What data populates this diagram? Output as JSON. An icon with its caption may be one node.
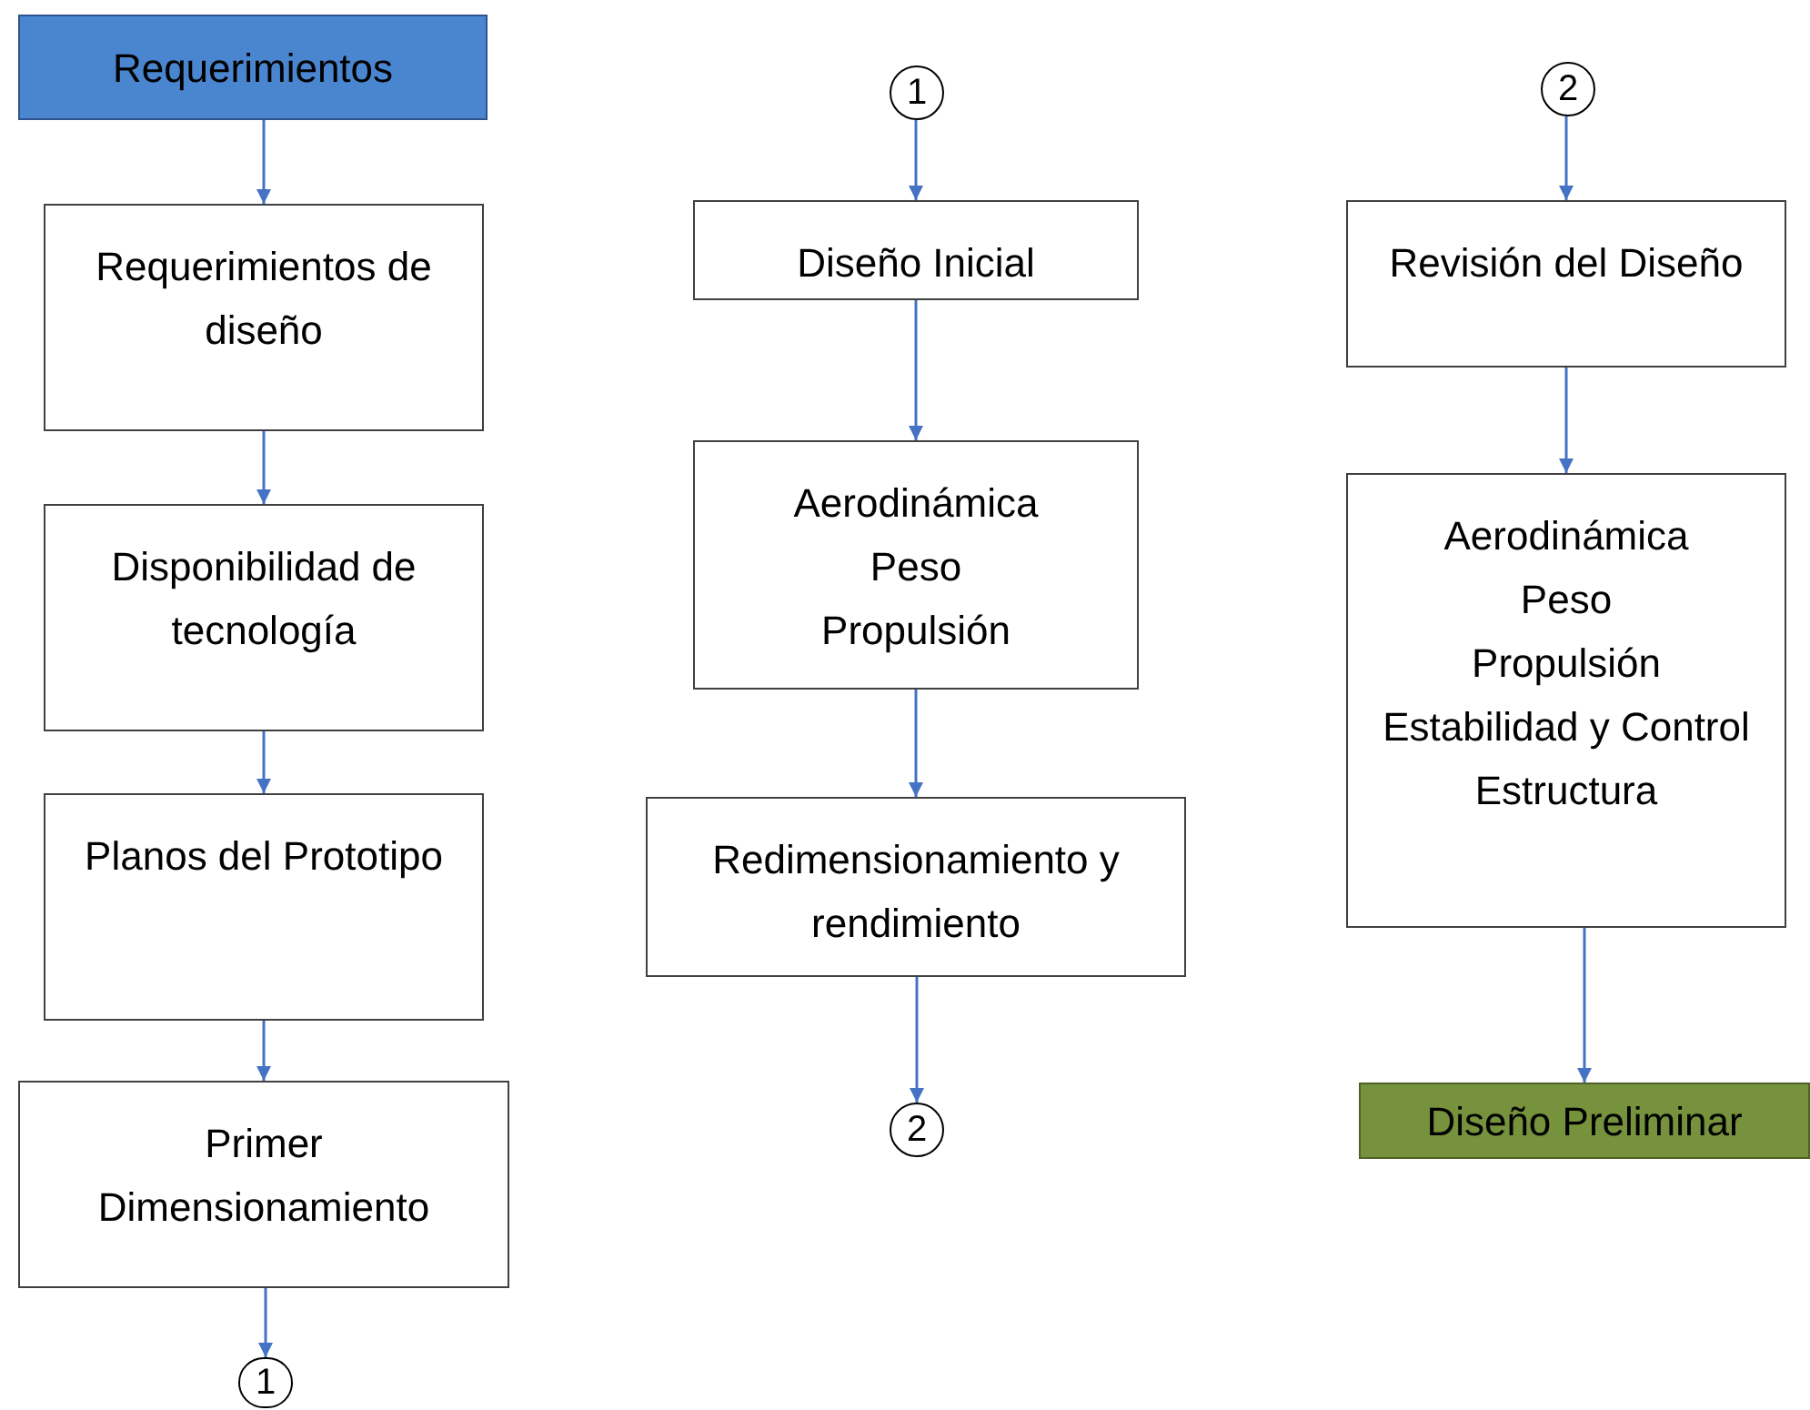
{
  "diagram": {
    "nodes": [
      {
        "text": [
          "Requerimientos"
        ]
      },
      {
        "text": [
          "Requerimientos de diseño"
        ]
      },
      {
        "text": [
          "Disponibilidad de tecnología"
        ]
      },
      {
        "text": [
          "Planos del Prototipo"
        ]
      },
      {
        "text": [
          "Primer Dimensionamiento"
        ]
      },
      {
        "text": [
          "1"
        ]
      },
      {
        "text": [
          "1"
        ]
      },
      {
        "text": [
          "Diseño Inicial"
        ]
      },
      {
        "text": [
          "Aerodinámica",
          "Peso",
          "Propulsión"
        ]
      },
      {
        "text": [
          "Redimensionamiento y rendimiento"
        ]
      },
      {
        "text": [
          "2"
        ]
      },
      {
        "text": [
          "2"
        ]
      },
      {
        "text": [
          "Revisión del Diseño"
        ]
      },
      {
        "text": [
          "Aerodinámica",
          "Peso",
          "Propulsión",
          "Estabilidad y Control",
          "Estructura"
        ]
      },
      {
        "text": [
          "Diseño Preliminar"
        ]
      }
    ],
    "edges": [
      {
        "from": 0,
        "to": 1,
        "arrow": "to"
      },
      {
        "from": 1,
        "to": 2,
        "arrow": "to"
      },
      {
        "from": 2,
        "to": 3,
        "arrow": "to"
      },
      {
        "from": 3,
        "to": 4,
        "arrow": "to"
      },
      {
        "from": 4,
        "to": 5,
        "arrow": "to"
      },
      {
        "from": 6,
        "to": 7,
        "arrow": "to"
      },
      {
        "from": 7,
        "to": 8,
        "arrow": "to"
      },
      {
        "from": 8,
        "to": 9,
        "arrow": "to"
      },
      {
        "from": 9,
        "to": 10,
        "arrow": "to"
      },
      {
        "from": 11,
        "to": 12,
        "arrow": "to"
      },
      {
        "from": 12,
        "to": 13,
        "arrow": "to"
      },
      {
        "from": 13,
        "to": 14,
        "arrow": "to"
      }
    ]
  }
}
